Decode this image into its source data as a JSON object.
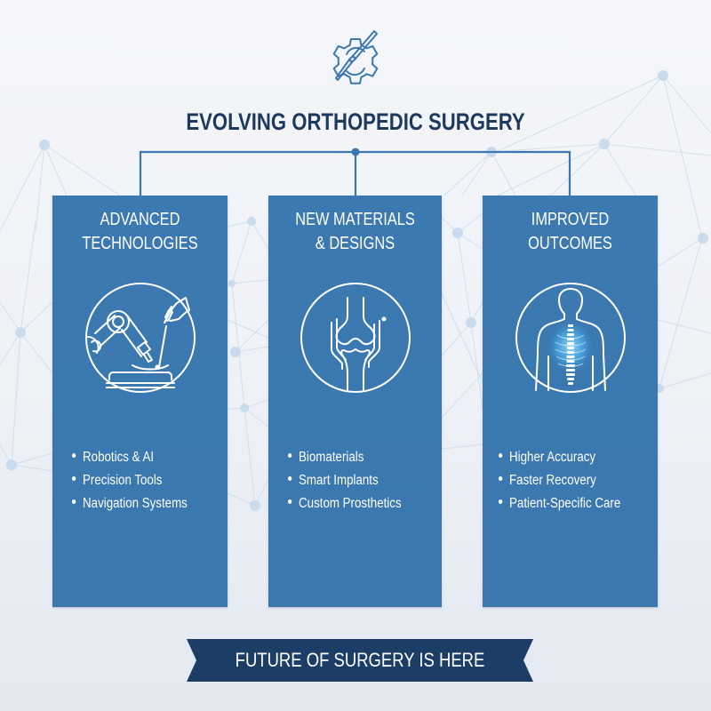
{
  "header": {
    "icon": "gear-scalpel-icon",
    "title": "EVOLVING ORTHOPEDIC SURGERY"
  },
  "colors": {
    "background": "#eef1f6",
    "panel": "#3a78af",
    "title": "#1d3a5e",
    "connector": "#3a78af",
    "banner": "#1b3d66",
    "network": "#c8d9ea"
  },
  "panels": [
    {
      "title_line1": "ADVANCED",
      "title_line2": "TECHNOLOGIES",
      "icon": "robotic-surgery-arm-icon",
      "bullets": [
        "Robotics & AI",
        "Precision Tools",
        "Navigation Systems"
      ]
    },
    {
      "title_line1": "NEW MATERIALS",
      "title_line2": "& DESIGNS",
      "icon": "knee-joint-icon",
      "bullets": [
        "Biomaterials",
        "Smart Implants",
        "Custom Prosthetics"
      ]
    },
    {
      "title_line1": "IMPROVED",
      "title_line2": "OUTCOMES",
      "icon": "human-spine-icon",
      "bullets": [
        "Higher Accuracy",
        "Faster Recovery",
        "Patient-Specific Care"
      ]
    }
  ],
  "banner": {
    "text": "FUTURE OF SURGERY IS HERE"
  }
}
